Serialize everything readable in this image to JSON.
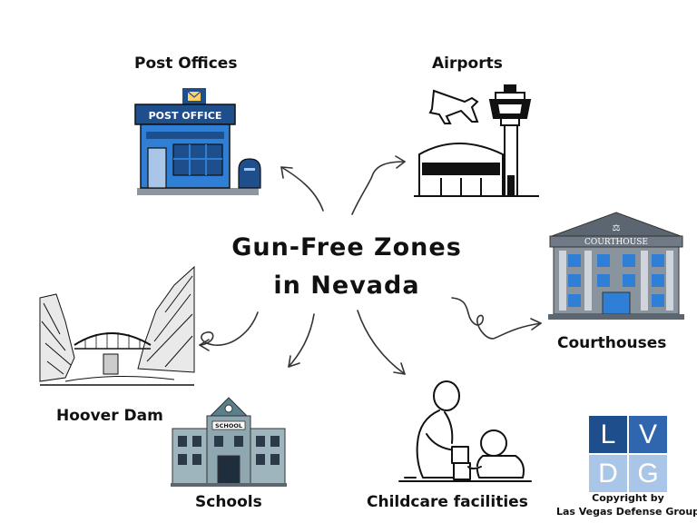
{
  "title": {
    "line1": "Gun-Free Zones",
    "line2": "in Nevada"
  },
  "labels": {
    "post_offices": "Post Offices",
    "airports": "Airports",
    "courthouses": "Courthouses",
    "hoover_dam": "Hoover Dam",
    "schools": "Schools",
    "childcare": "Childcare facilities"
  },
  "signs": {
    "post_office": "POST OFFICE",
    "courthouse": "COURTHOUSE",
    "school": "SCHOOL"
  },
  "logo": {
    "l": "L",
    "v": "V",
    "d": "D",
    "g": "G"
  },
  "copyright": {
    "line1": "Copyright by",
    "line2": "Las Vegas Defense Group"
  },
  "colors": {
    "dark_blue": "#1f4e8c",
    "light_blue": "#a9c6e8",
    "post_blue": "#2f7fd6",
    "court_gray": "#6f7a86"
  }
}
